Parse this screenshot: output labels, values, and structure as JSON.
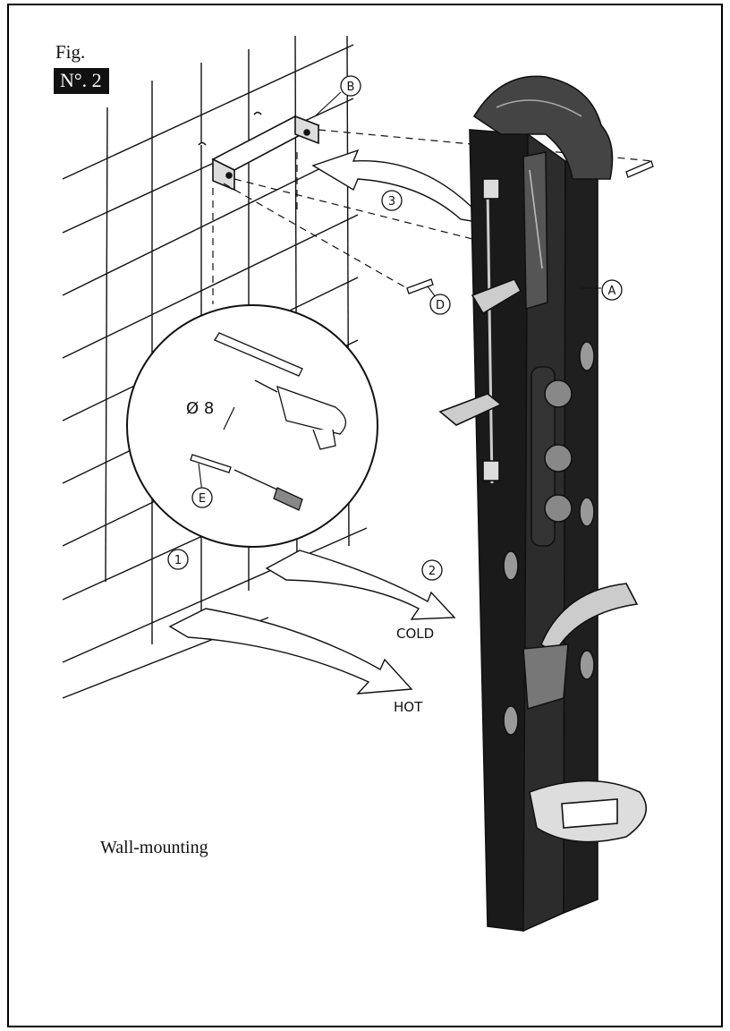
{
  "figure": {
    "label": "Fig.",
    "number": "N°. 2"
  },
  "caption": "Wall-mounting",
  "callouts": {
    "a": "A",
    "b": "B",
    "d": "D",
    "e": "E",
    "step1": "1",
    "step2": "2",
    "step3": "3"
  },
  "drill_size": "Ø 8",
  "pipes": {
    "cold": "COLD",
    "hot": "HOT"
  }
}
